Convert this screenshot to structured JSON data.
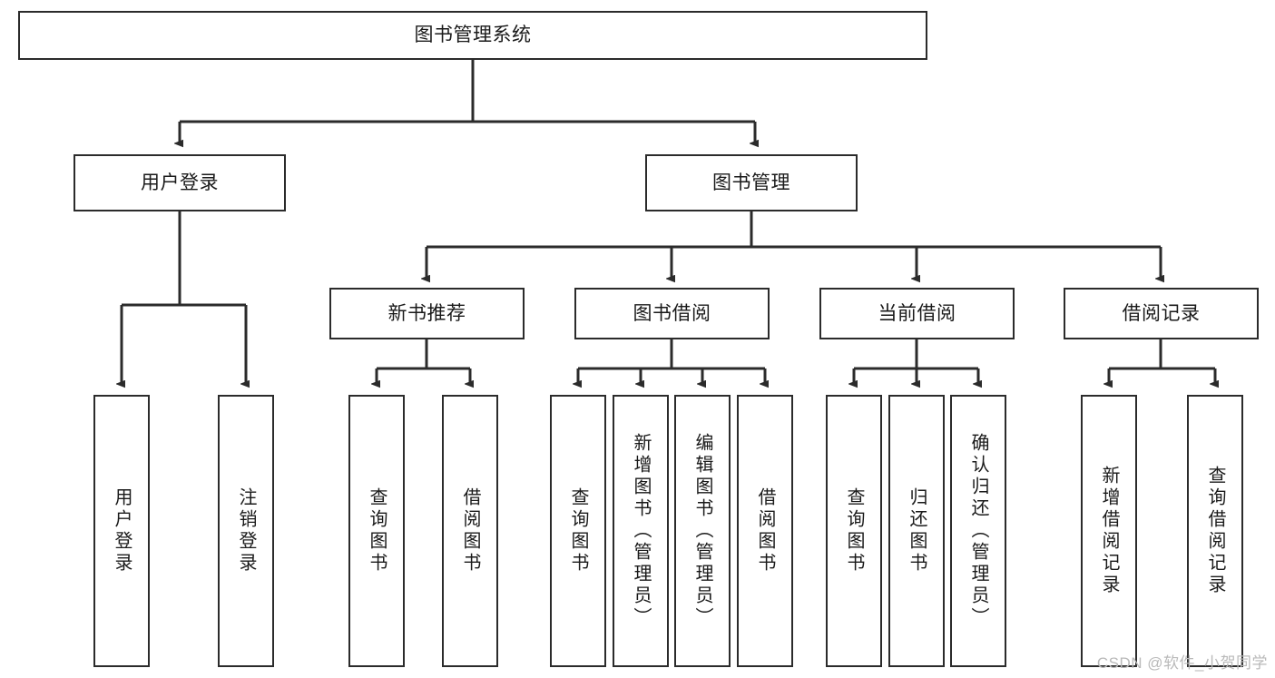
{
  "diagram": {
    "type": "tree-hierarchy-chart",
    "title": "图书管理系统",
    "watermark": "CSDN @软件_小贺同学",
    "colors": {
      "box_border": "#2b2b2b",
      "box_fill": "#ffffff",
      "line": "#2b2b2b",
      "text": "#1a1a1a",
      "watermark": "#b9b9b9",
      "background": "#ffffff"
    },
    "root": {
      "label": "图书管理系统"
    },
    "level2": [
      {
        "label": "用户登录"
      },
      {
        "label": "图书管理"
      }
    ],
    "level3": [
      {
        "label": "新书推荐"
      },
      {
        "label": "图书借阅"
      },
      {
        "label": "当前借阅"
      },
      {
        "label": "借阅记录"
      }
    ],
    "leaves": {
      "user_login": [
        {
          "label": "用户登录"
        },
        {
          "label": "注销登录"
        }
      ],
      "new_book_recommend": [
        {
          "label": "查询图书"
        },
        {
          "label": "借阅图书"
        }
      ],
      "book_borrow": [
        {
          "label": "查询图书"
        },
        {
          "label": "新增图书（管理员）"
        },
        {
          "label": "编辑图书（管理员）"
        },
        {
          "label": "借阅图书"
        }
      ],
      "current_borrow": [
        {
          "label": "查询图书"
        },
        {
          "label": "归还图书"
        },
        {
          "label": "确认归还（管理员）"
        }
      ],
      "borrow_record": [
        {
          "label": "新增借阅记录"
        },
        {
          "label": "查询借阅记录"
        }
      ]
    }
  }
}
